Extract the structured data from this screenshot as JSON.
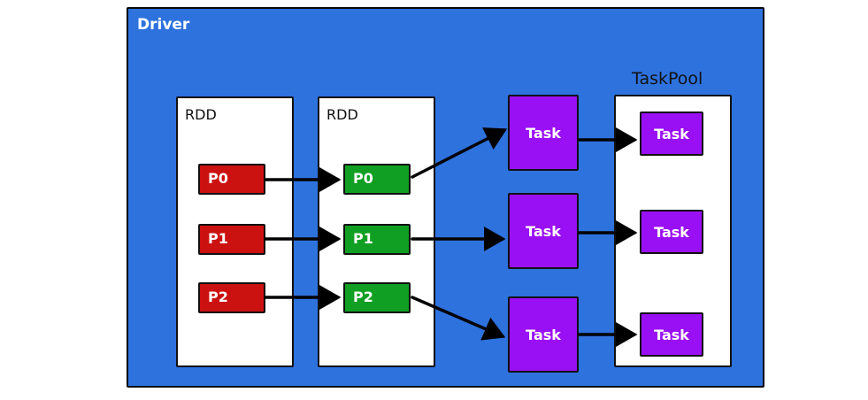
{
  "driver": {
    "label": "Driver",
    "color": "#2e72de"
  },
  "rdd_source": {
    "label": "RDD",
    "partitions": [
      "P0",
      "P1",
      "P2"
    ],
    "color": "#cc1111"
  },
  "rdd_target": {
    "label": "RDD",
    "partitions": [
      "P0",
      "P1",
      "P2"
    ],
    "color": "#109f22"
  },
  "tasks": [
    "Task",
    "Task",
    "Task"
  ],
  "task_pool": {
    "label": "TaskPool",
    "tasks": [
      "Task",
      "Task",
      "Task"
    ]
  },
  "task_color": "#9a10f5"
}
